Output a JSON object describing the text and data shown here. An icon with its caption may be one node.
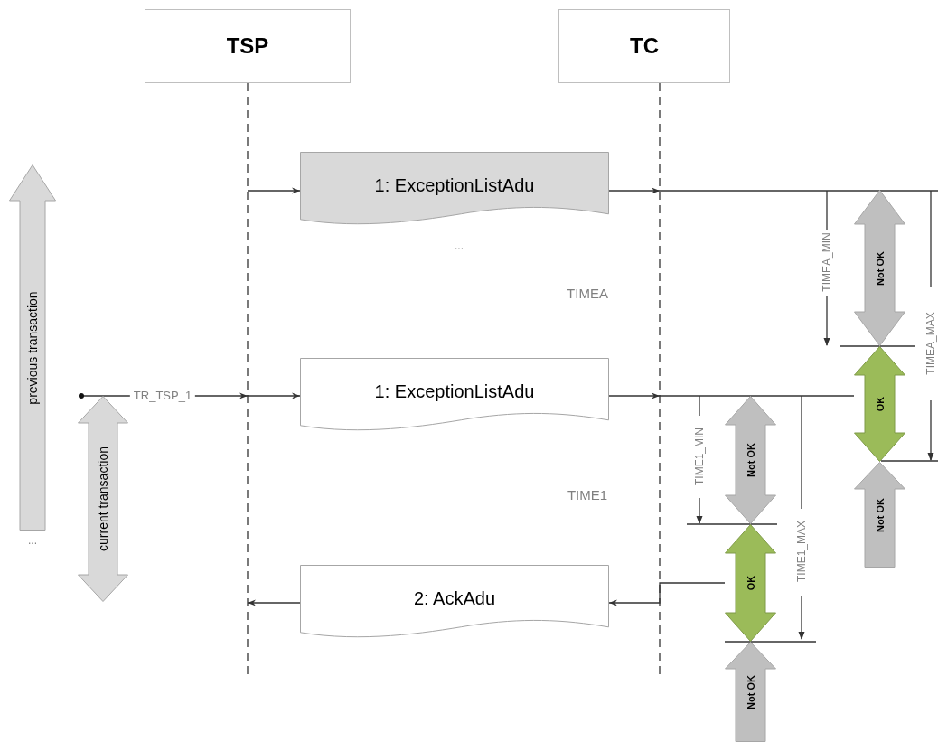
{
  "diagram": {
    "nodes": [
      {
        "text": [
          "TSP"
        ]
      },
      {
        "text": [
          "TC"
        ]
      },
      {
        "text": [
          "previous transaction"
        ],
        "beside": [
          "..."
        ]
      },
      {
        "text": [
          "1: ExceptionListAdu"
        ]
      },
      {
        "text": [
          "Not OK"
        ]
      },
      {
        "text": [
          "OK"
        ]
      },
      {
        "text": [
          "1: ExceptionListAdu"
        ]
      },
      {
        "text": [
          "current transaction"
        ]
      },
      {
        "text": [
          "Not OK"
        ]
      },
      {
        "text": [
          "Not OK"
        ]
      },
      {
        "text": [
          "OK"
        ]
      },
      {
        "text": [
          "2: AckAdu"
        ]
      },
      {
        "text": [
          "Not OK"
        ]
      }
    ],
    "edges": [
      {
        "from": 0,
        "to": null,
        "arrow": "none",
        "style": "dashed"
      },
      {
        "from": 1,
        "to": null,
        "arrow": "none",
        "style": "dashed"
      },
      {
        "from": null,
        "to": 3,
        "arrow": "to"
      },
      {
        "from": 3,
        "to": null,
        "arrow": "to"
      },
      {
        "from": null,
        "to": 6,
        "arrow": "to",
        "label": "TR_TSP_1"
      },
      {
        "from": 6,
        "to": null,
        "arrow": "to"
      },
      {
        "from": 10,
        "to": 11,
        "arrow": "to"
      },
      {
        "from": 11,
        "to": null,
        "arrow": "to"
      },
      {
        "from": null,
        "to": 5,
        "arrow": "none"
      }
    ],
    "labels": [
      "...",
      "TIMEA_MIN",
      "TIMEA",
      "TIMEA_MAX",
      "TIME1_MIN",
      "TIME1",
      "TIME1_MAX"
    ]
  }
}
